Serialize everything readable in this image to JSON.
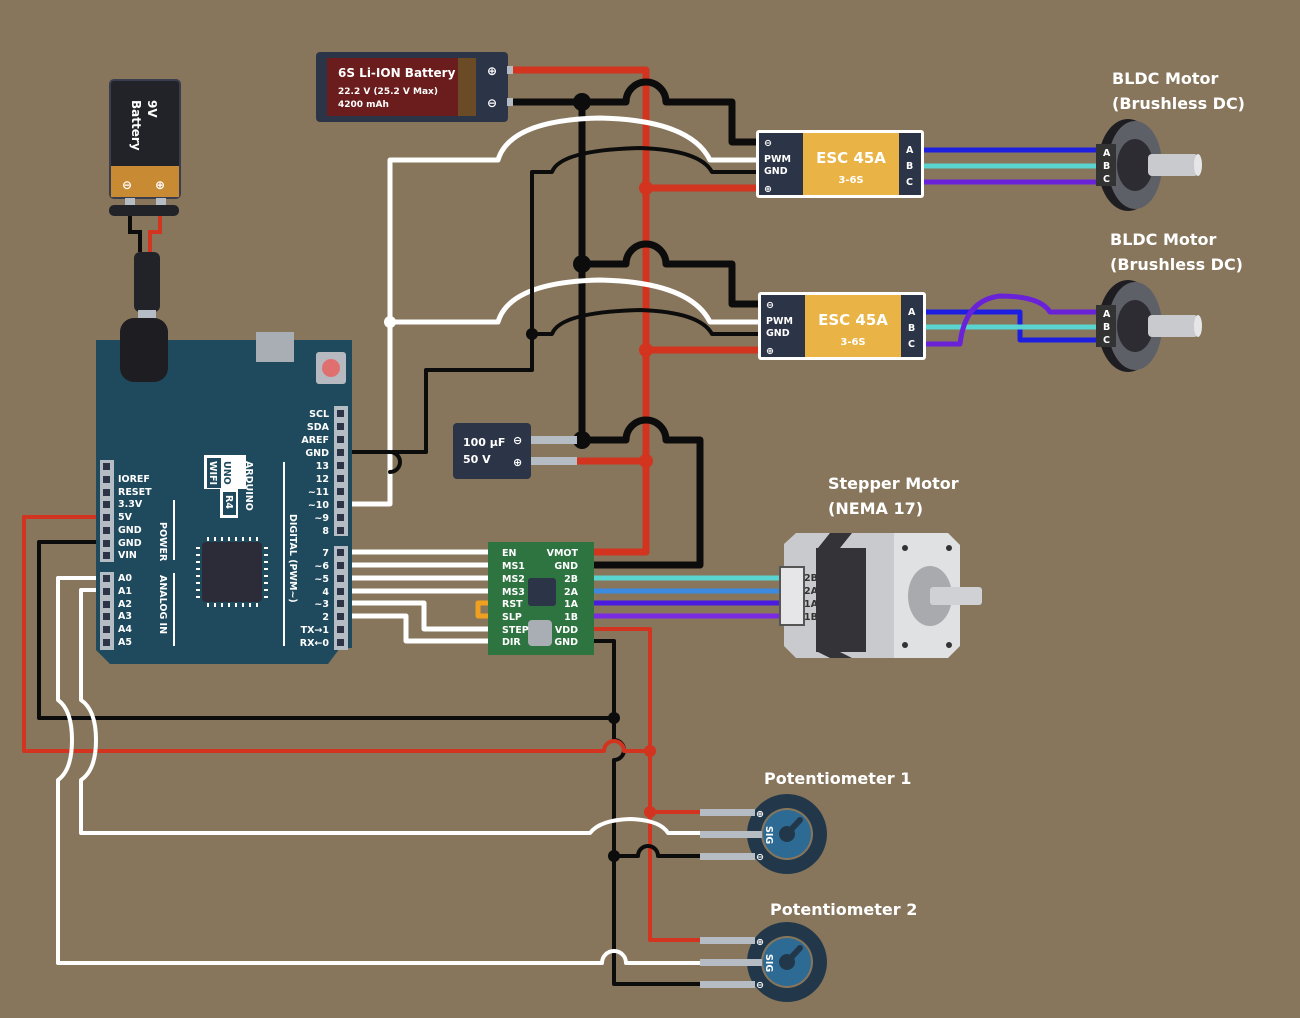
{
  "title_labels": {
    "bldc1": [
      "BLDC Motor",
      "(Brushless DC)"
    ],
    "bldc2": [
      "BLDC Motor",
      "(Brushless DC)"
    ],
    "stepper": [
      "Stepper Motor",
      "(NEMA 17)"
    ],
    "pot1": "Potentiometer 1",
    "pot2": "Potentiometer 2"
  },
  "battery_6s": {
    "name": "6S Li-ION Battery",
    "voltage": "22.2 V (25.2 V Max)",
    "capacity": "4200 mAh",
    "plus": "⊕",
    "minus": "⊖"
  },
  "battery_9v": {
    "line1": "9V",
    "line2": "Battery",
    "minus": "⊖",
    "plus": "⊕"
  },
  "capacitor": {
    "value": "100 µF",
    "voltage": "50 V",
    "minus": "⊖",
    "plus": "⊕"
  },
  "esc1": {
    "name": "ESC 45A",
    "cells": "3-6S",
    "pins_left": [
      "⊖",
      "PWM",
      "GND",
      "⊕"
    ],
    "pins_right": [
      "A",
      "B",
      "C"
    ]
  },
  "esc2": {
    "name": "ESC 45A",
    "cells": "3-6S",
    "pins_left": [
      "⊖",
      "PWM",
      "GND",
      "⊕"
    ],
    "pins_right": [
      "A",
      "B",
      "C"
    ]
  },
  "motor_pins": [
    "A",
    "B",
    "C"
  ],
  "stepper_pins": [
    "2B",
    "2A",
    "1A",
    "1B"
  ],
  "driver": {
    "left": [
      "EN",
      "MS1",
      "MS2",
      "MS3",
      "RST",
      "SLP",
      "STEP",
      "DIR"
    ],
    "right": [
      "VMOT",
      "GND",
      "2B",
      "2A",
      "1A",
      "1B",
      "VDD",
      "GND"
    ]
  },
  "arduino": {
    "brand": "ARDUINO",
    "model": "UNO",
    "rev": "R4",
    "variant": "WIFI",
    "power_label": "POWER",
    "analog_label": "ANALOG IN",
    "digital_label": "DIGITAL (PWM~)",
    "power_pins": [
      "IOREF",
      "RESET",
      "3.3V",
      "5V",
      "GND",
      "GND",
      "VIN"
    ],
    "analog_pins": [
      "A0",
      "A1",
      "A2",
      "A3",
      "A4",
      "A5"
    ],
    "digital_top": [
      "SCL",
      "SDA",
      "AREF",
      "GND",
      "13",
      "12",
      "~11",
      "~10",
      "~9",
      "8"
    ],
    "digital_bottom": [
      "7",
      "~6",
      "~5",
      "4",
      "~3",
      "2",
      "TX→1",
      "RX←0"
    ]
  },
  "pot": {
    "plus": "⊕",
    "sig": "SIG",
    "minus": "⊖"
  },
  "colors": {
    "background": "#87765c",
    "wire_red": "#d2341f",
    "wire_black": "#0c0c0c",
    "wire_white": "#ffffff",
    "wire_blue": "#1d1ee0",
    "wire_cyan": "#5ad4d0",
    "wire_purple": "#6a22d8",
    "wire_orange": "#f0a020",
    "esc_yellow": "#e9b445",
    "arduino_board": "#1f4a5e",
    "driver_green": "#2d7440"
  }
}
